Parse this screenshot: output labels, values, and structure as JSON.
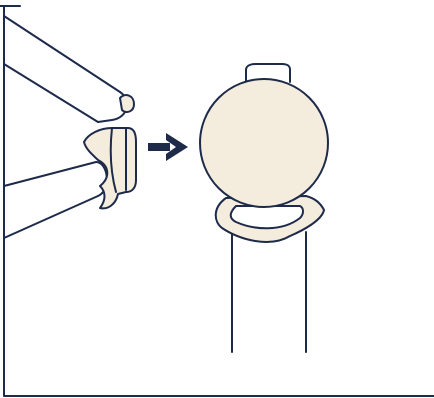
{
  "illustration": {
    "kind": "instruction-diagram",
    "left_part": "two-tubes-joined-by-connector-fitting",
    "arrow": "arrow-right-icon",
    "right_part": "round-knob-on-vertical-post-with-ring-handle"
  },
  "colors": {
    "outline": "#1d2a4a",
    "fill": "#f4ecdd",
    "background": "#ffffff"
  }
}
